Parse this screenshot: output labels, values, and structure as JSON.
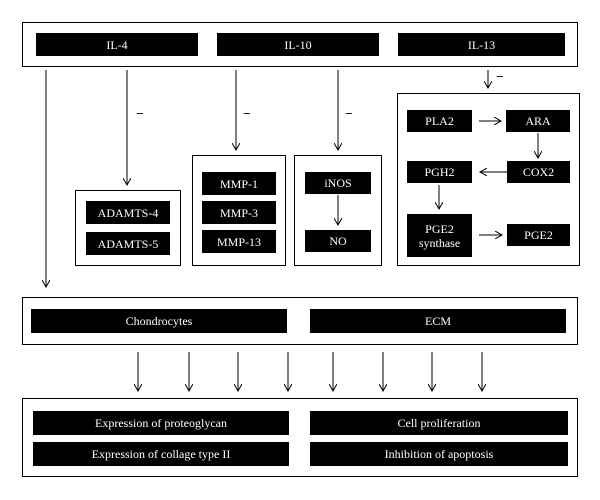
{
  "cytokines": {
    "il4": "IL-4",
    "il10": "IL-10",
    "il13": "IL-13"
  },
  "targets": {
    "adamts4": "ADAMTS-4",
    "adamts5": "ADAMTS-5",
    "mmp1": "MMP-1",
    "mmp3": "MMP-3",
    "mmp13": "MMP-13",
    "inos": "iNOS",
    "no": "NO"
  },
  "pathway": {
    "pla2": "PLA2",
    "ara": "ARA",
    "cox2": "COX2",
    "pgh2": "PGH2",
    "pge2_synthase": "PGE2 synthase",
    "pge2": "PGE2"
  },
  "tissue": {
    "chondrocytes": "Chondrocytes",
    "ecm": "ECM"
  },
  "outcomes": {
    "proteoglycan": "Expression of proteoglycan",
    "collagen": "Expression of collage type II",
    "proliferation": "Cell proliferation",
    "apoptosis": "Inhibition of apoptosis"
  },
  "inhibit_sign": "−"
}
